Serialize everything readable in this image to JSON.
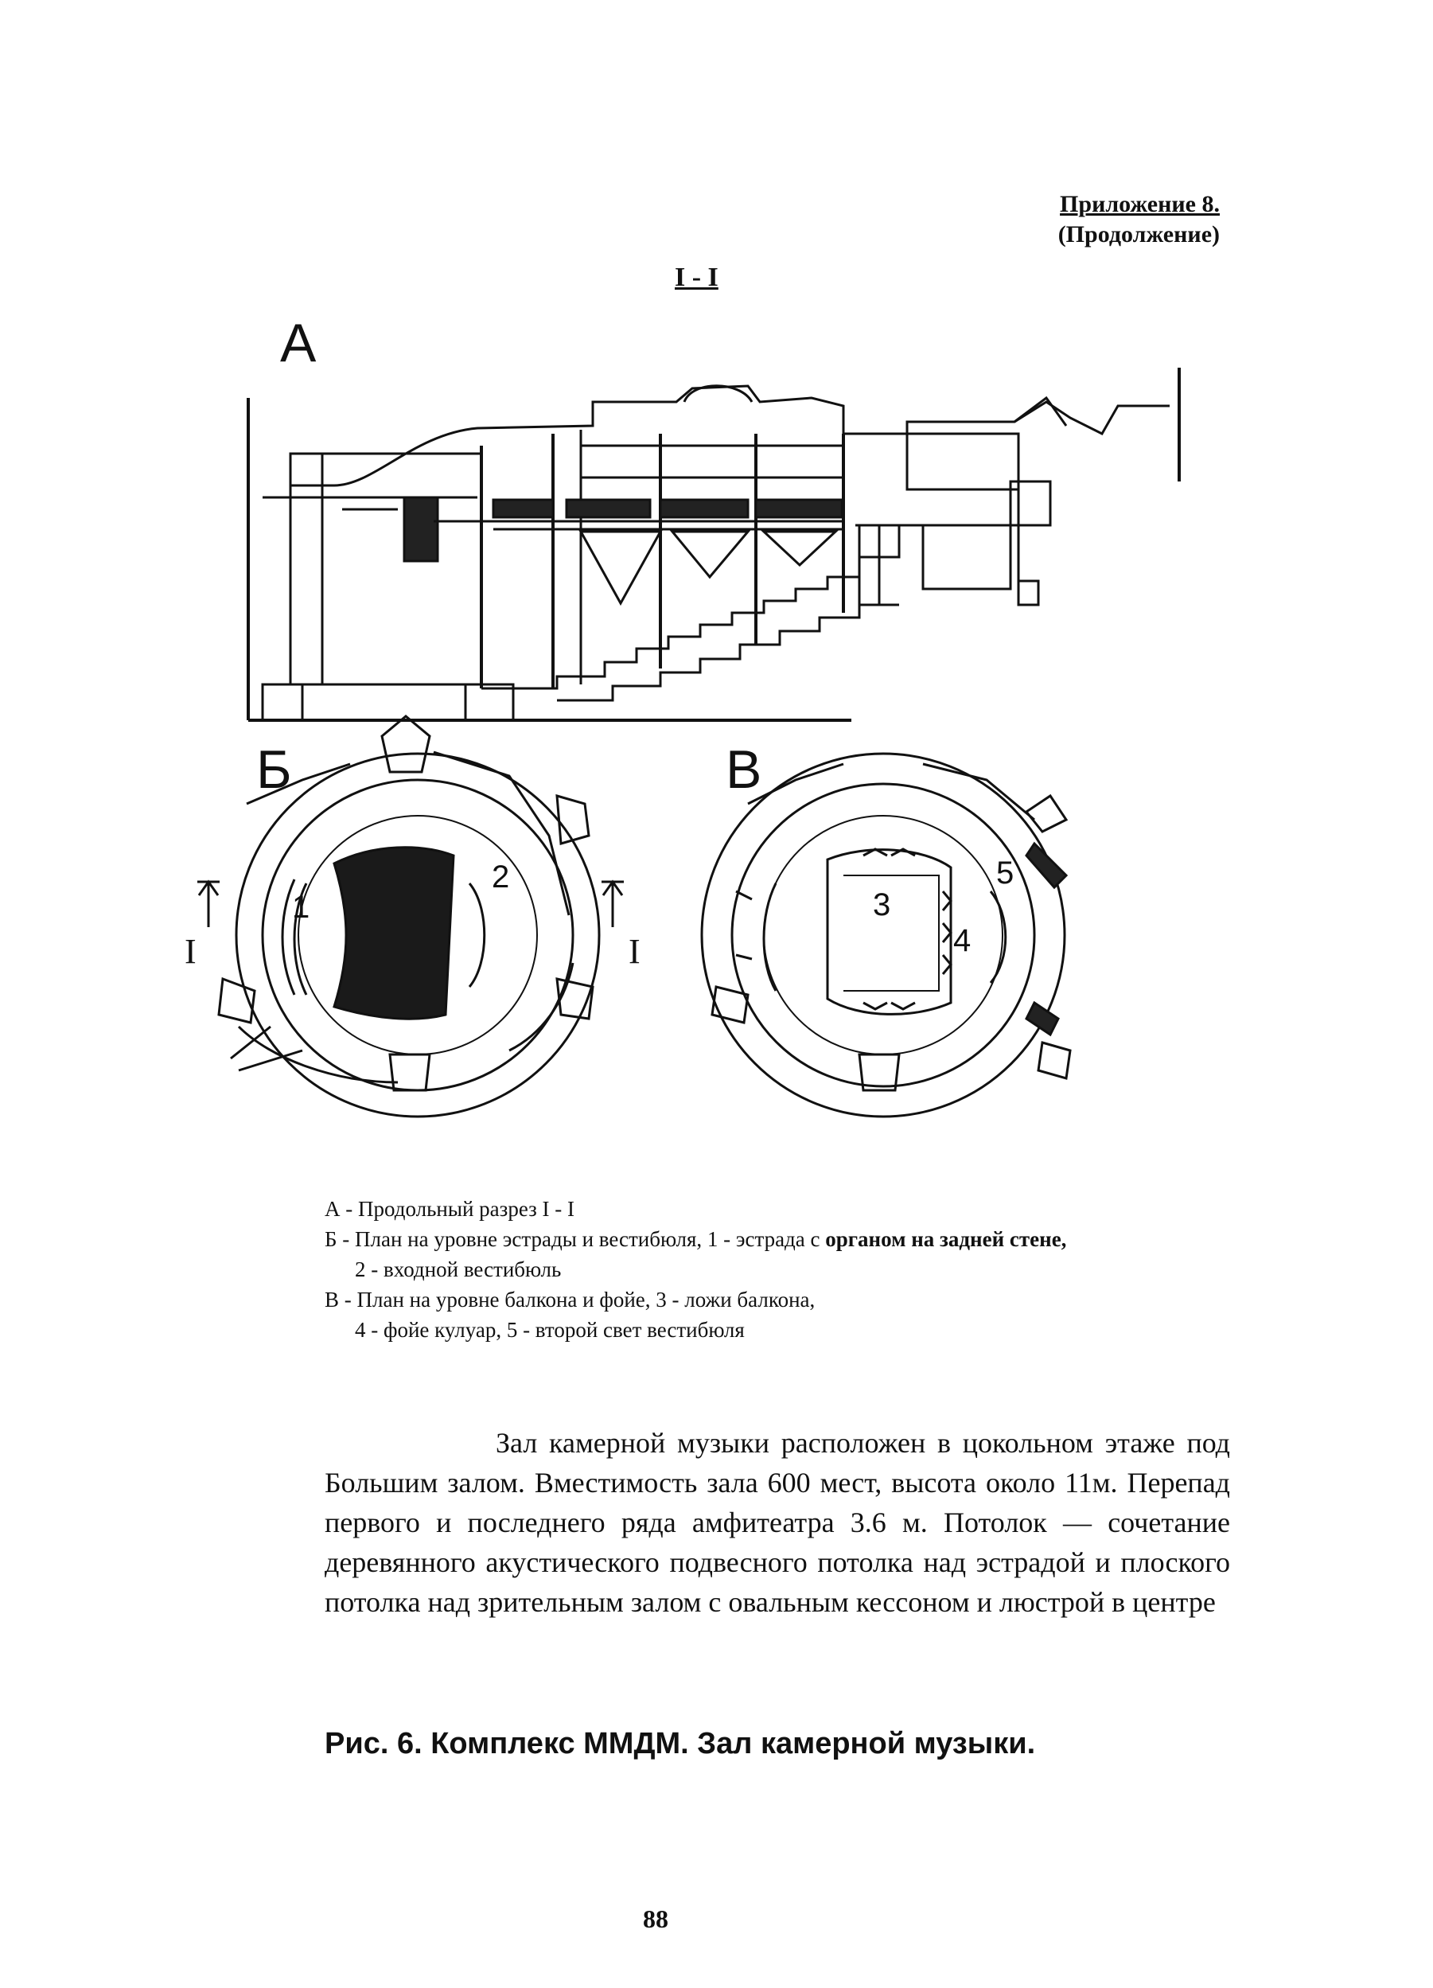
{
  "header": {
    "appendix_line1": "Приложение 8.",
    "appendix_line2": "(Продолжение)"
  },
  "figure": {
    "section_mark": "I - I",
    "letter_a": "А",
    "letter_b": "Б",
    "letter_v": "В",
    "plan_b_labels": {
      "n1": "1",
      "n2": "2",
      "cut_left": "I",
      "cut_right": "I"
    },
    "plan_v_labels": {
      "n3": "3",
      "n4": "4",
      "n5": "5"
    }
  },
  "legend": {
    "line1": "А - Продольный разрез I - I",
    "line2_plain": "Б - План на уровне эстрады и вестибюля, 1 - эстрада с ",
    "line2_bold": "органом на задней стене,",
    "line3": "2 - входной вестибюль",
    "line4": "В - План на уровне балкона и фойе, 3 - ложи балкона,",
    "line5": "4 - фойе кулуар, 5 - второй свет вестибюля"
  },
  "paragraph": "Зал камерной музыки расположен в цокольном этаже под Большим залом. Вместимость зала 600 мест, высота около 11м. Перепад первого и последнего ряда амфитеатра 3.6 м. Потолок — сочетание деревянного акустического подвесного потолка над эстрадой и плоского потолка над зрительным залом с овальным кессоном и люстрой в центре",
  "caption": "Рис. 6. Комплекс ММДМ. Зал камерной музыки.",
  "page_number": "88"
}
